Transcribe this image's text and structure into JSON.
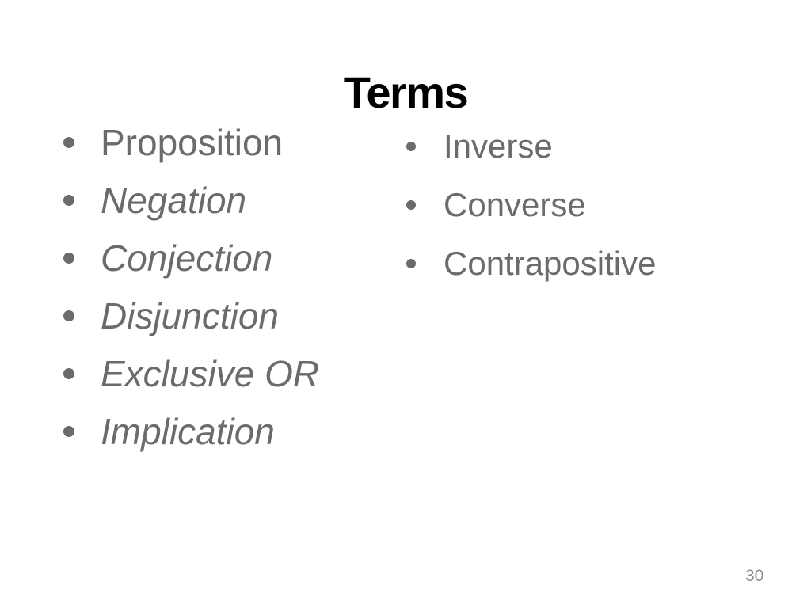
{
  "slide": {
    "title": "Terms",
    "page_number": "30",
    "colors": {
      "background": "#ffffff",
      "title_text": "#000000",
      "body_text": "#6b6b6b",
      "page_number_text": "#8e8e8e"
    },
    "left_list": {
      "items": [
        {
          "label": "Proposition",
          "font_style": "normal"
        },
        {
          "label": "Negation",
          "font_style": "italic"
        },
        {
          "label": "Conjection",
          "font_style": "italic"
        },
        {
          "label": "Disjunction",
          "font_style": "italic"
        },
        {
          "label": "Exclusive OR",
          "font_style": "italic"
        },
        {
          "label": "Implication",
          "font_style": "italic"
        }
      ]
    },
    "right_list": {
      "items": [
        {
          "label": "Inverse",
          "font_style": "normal"
        },
        {
          "label": "Converse",
          "font_style": "normal"
        },
        {
          "label": "Contrapositive",
          "font_style": "normal"
        }
      ]
    }
  }
}
